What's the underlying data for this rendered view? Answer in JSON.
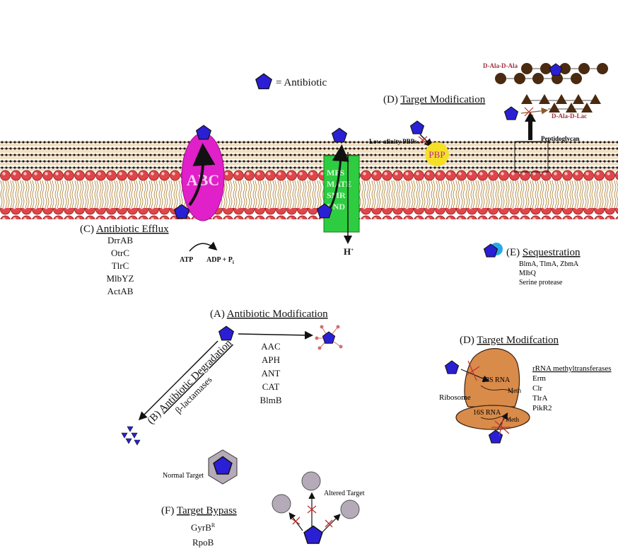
{
  "legend": {
    "label": "= Antibiotic"
  },
  "colors": {
    "antibiotic": "#2b1fd6",
    "abc": "#e020c8",
    "mfs": "#2ecc40",
    "pbp": "#f5e027",
    "ribosome": "#d98b4a",
    "peptidoglycan": "#4a2a10"
  },
  "efflux": {
    "title_prefix": "(C)",
    "title": "Antibiotic Efflux",
    "items": [
      "DrrAB",
      "OtrC",
      "TlrC",
      "MlbYZ",
      "ActAB"
    ],
    "abc_label": "ABC",
    "atp": "ATP",
    "adp": "ADP + P",
    "adp_sub": "i",
    "pumps": [
      "MFS",
      "MATE",
      "SMR",
      "RND"
    ],
    "proton": "H",
    "proton_sup": "+"
  },
  "target_mod_top": {
    "title_prefix": "(D)",
    "title": "Target Modification",
    "low_affinity": "Low-afinity PBPs",
    "pbp": "PBP",
    "peptidoglycan": "Peptidoglycan",
    "dala_dala": "D-Ala-D-Ala",
    "dala_dlac": "D-Ala-D-Lac"
  },
  "sequestration": {
    "title_prefix": "(E)",
    "title": "Sequestration",
    "items": [
      "BlmA, TlmA, ZbmA",
      "MlbQ",
      "Serine protease"
    ]
  },
  "modification": {
    "title_prefix": "(A)",
    "title": "Antibiotic Modification",
    "items": [
      "AAC",
      "APH",
      "ANT",
      "CAT",
      "BlmB"
    ]
  },
  "degradation": {
    "title_prefix": "(B)",
    "title": "Antibiotic Degradation",
    "enzyme": "β-lactamases"
  },
  "target_mod_ribosome": {
    "title_prefix": "(D)",
    "title": "Target Modifcation",
    "ribosome": "Ribosome",
    "rna23": "23S RNA",
    "rna16": "16S RNA",
    "meth": "Meth",
    "enzymes_title": "rRNA methyltransferases",
    "enzymes": [
      "Erm",
      "Clr",
      "TlrA",
      "PikR2"
    ]
  },
  "bypass": {
    "title_prefix": "(F)",
    "title": "Target Bypass",
    "normal_target": "Normal Target",
    "altered_target": "Altered Target",
    "items": [
      "GyrB",
      "RpoB"
    ],
    "gyrb_sup": "R"
  }
}
